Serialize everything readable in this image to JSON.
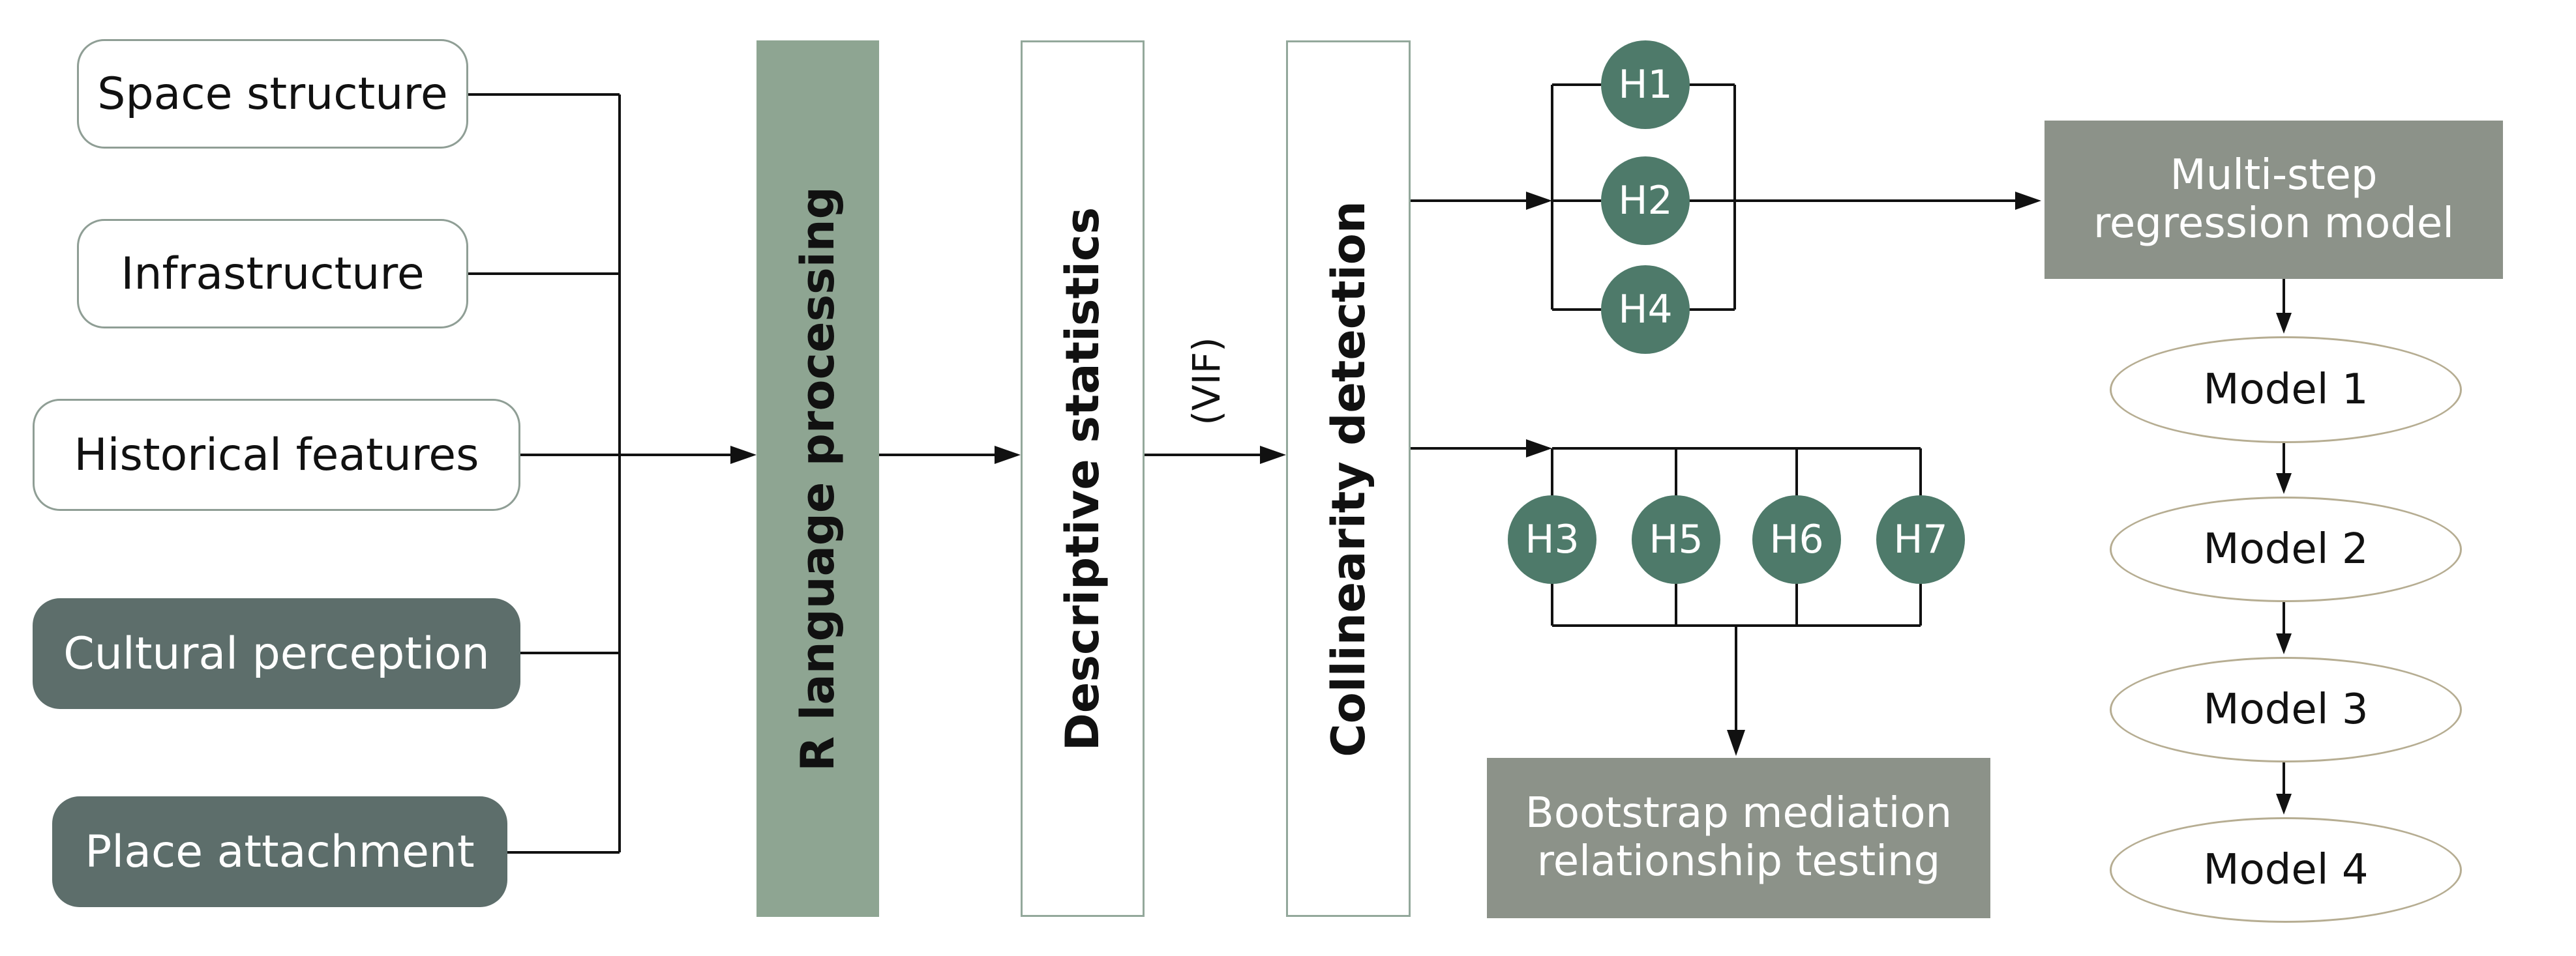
{
  "inputs": [
    {
      "label": "Space structure",
      "style": "outline"
    },
    {
      "label": "Infrastructure",
      "style": "outline"
    },
    {
      "label": "Historical features",
      "style": "outline"
    },
    {
      "label": "Cultural perception",
      "style": "filled"
    },
    {
      "label": "Place attachment",
      "style": "filled"
    }
  ],
  "stages": {
    "r_processing": "R language processing",
    "descriptive": "Descriptive statistics",
    "vif": "(VIF)",
    "collinearity": "Collinearity detection"
  },
  "hypotheses_upper": [
    "H1",
    "H2",
    "H4"
  ],
  "hypotheses_lower": [
    "H3",
    "H5",
    "H6",
    "H7"
  ],
  "bootstrap": {
    "line1": "Bootstrap mediation",
    "line2": "relationship testing"
  },
  "regression": {
    "line1": "Multi-step",
    "line2": "regression model"
  },
  "models": [
    "Model 1",
    "Model 2",
    "Model 3",
    "Model 4"
  ],
  "colors": {
    "column_green": "#8ea592",
    "circle_green": "#4e7a6a",
    "pill_dark": "#5d6e6b",
    "gray_block": "#8c9289",
    "ellipse_border": "#b6ad92"
  }
}
